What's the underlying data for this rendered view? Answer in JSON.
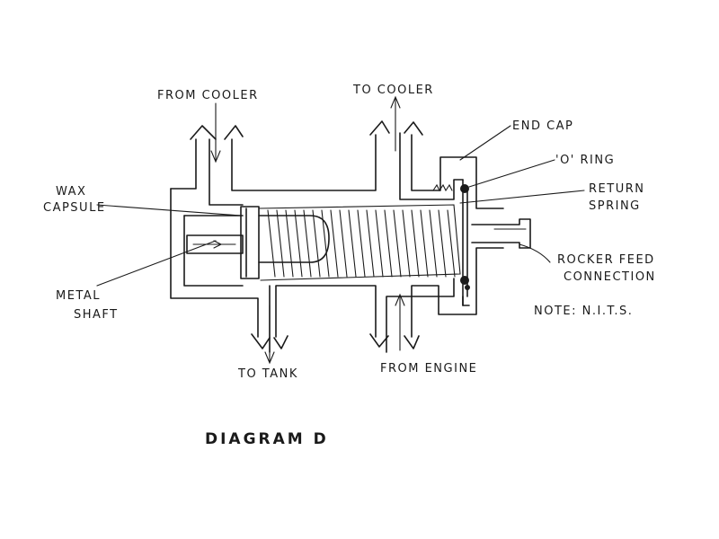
{
  "labels": {
    "from_cooler": "FROM COOLER",
    "to_cooler": "TO COOLER",
    "end_cap": "END CAP",
    "o_ring": "'O' RING",
    "return_spring_1": "RETURN",
    "return_spring_2": "SPRING",
    "wax_capsule_1": "WAX",
    "wax_capsule_2": "CAPSULE",
    "metal_shaft_1": "METAL",
    "metal_shaft_2": "SHAFT",
    "rocker_feed_1": "ROCKER FEED",
    "rocker_feed_2": "CONNECTION",
    "note": "NOTE: N.I.T.S.",
    "to_tank": "TO TANK",
    "from_engine": "FROM ENGINE"
  },
  "title": "DIAGRAM D",
  "colors": {
    "ink": "#1a1a1a",
    "paper": "#ffffff"
  }
}
